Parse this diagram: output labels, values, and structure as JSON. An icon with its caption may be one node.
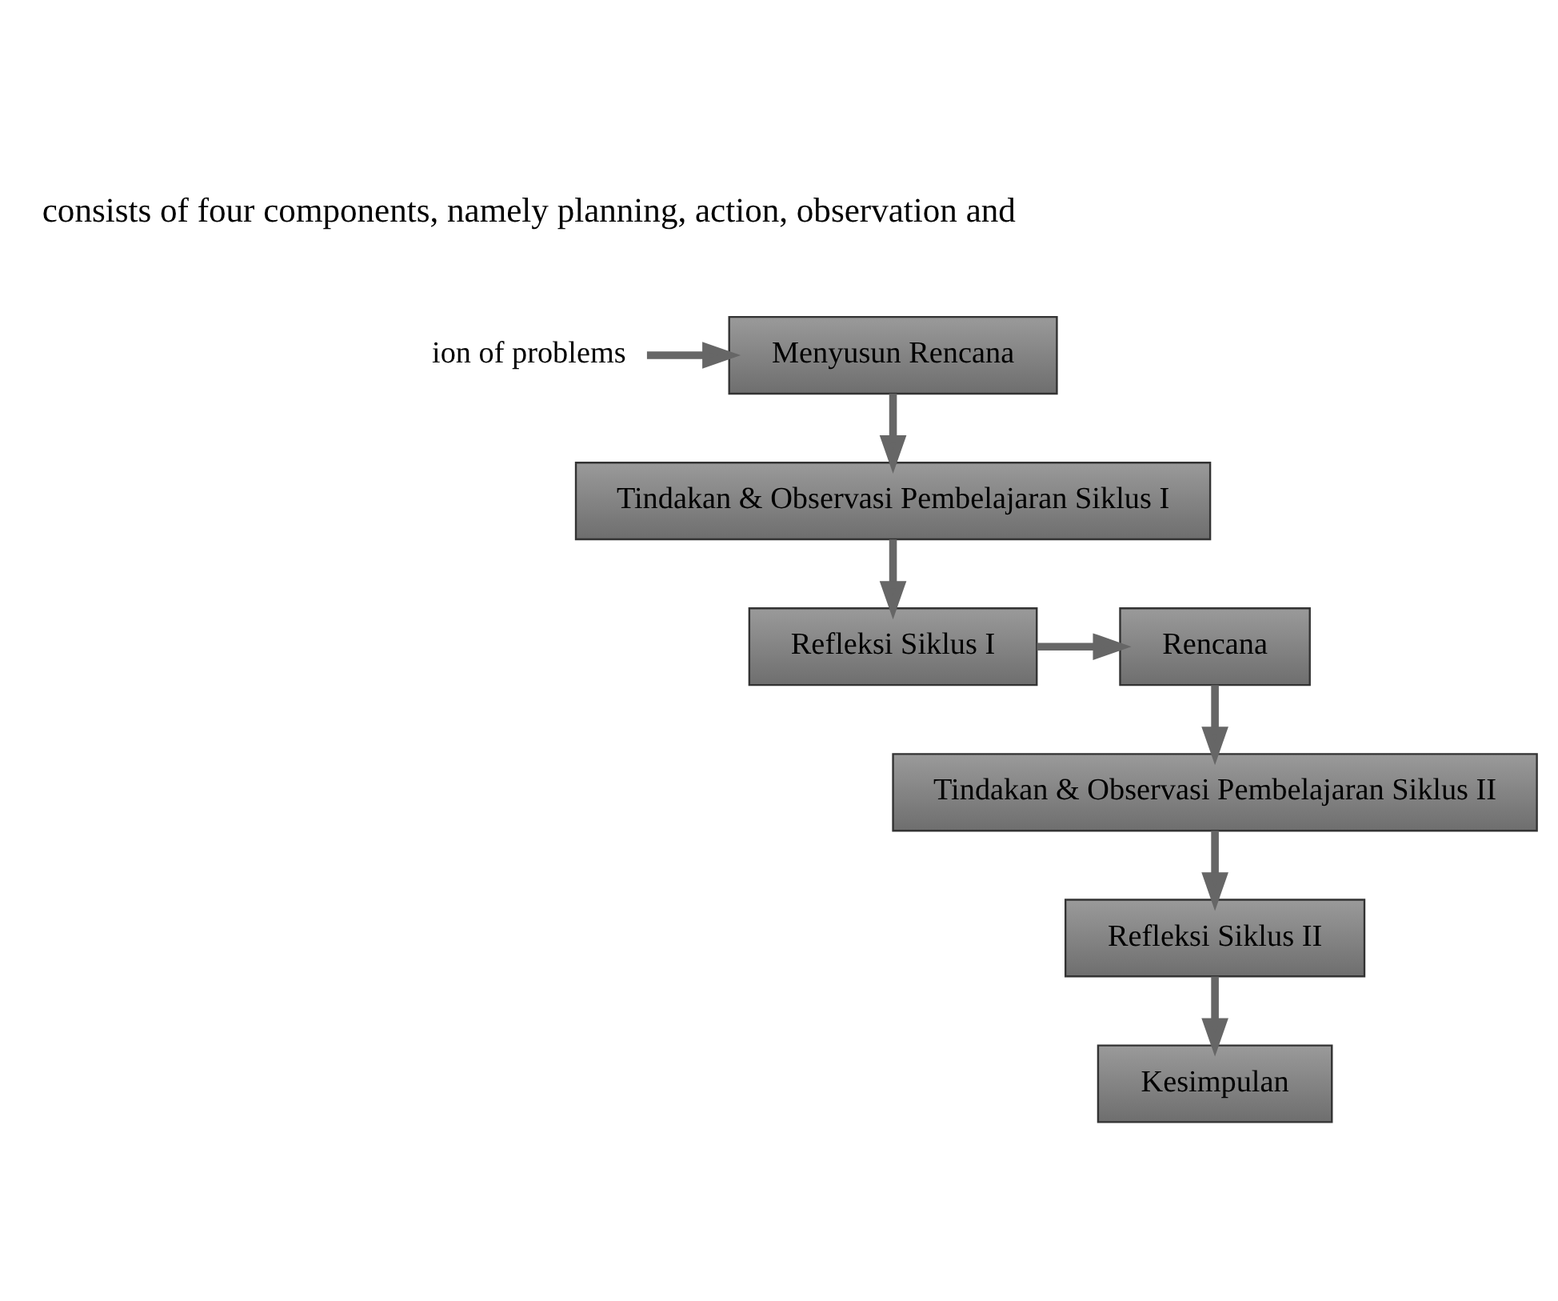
{
  "diagram": {
    "nodes": [
      {
        "text": [
          "ion of problems"
        ]
      },
      {
        "text": [
          "Menyusun Rencana"
        ]
      },
      {
        "text": [
          "Refleksi Siklus I"
        ]
      },
      {
        "text": [
          "Tindakan & Observasi Pembelajaran Siklus I"
        ]
      },
      {
        "text": [
          "Rencana"
        ]
      },
      {
        "text": [
          "Refleksi Siklus II"
        ]
      },
      {
        "text": [
          "Tindakan & Observasi Pembelajaran Siklus II"
        ]
      },
      {
        "text": [
          "Kesimpulan"
        ]
      }
    ],
    "edges": [
      {
        "from": 0,
        "to": 1,
        "arrow": "to"
      },
      {
        "from": 1,
        "to": 3,
        "arrow": "to"
      },
      {
        "from": 3,
        "to": 2,
        "arrow": "to"
      },
      {
        "from": 2,
        "to": 4,
        "arrow": "to"
      },
      {
        "from": 4,
        "to": 6,
        "arrow": "to"
      },
      {
        "from": 6,
        "to": 5,
        "arrow": "to"
      },
      {
        "from": 5,
        "to": 7,
        "arrow": "to"
      }
    ],
    "labels": [
      "consists of four components, namely planning, action, observation and"
    ]
  }
}
